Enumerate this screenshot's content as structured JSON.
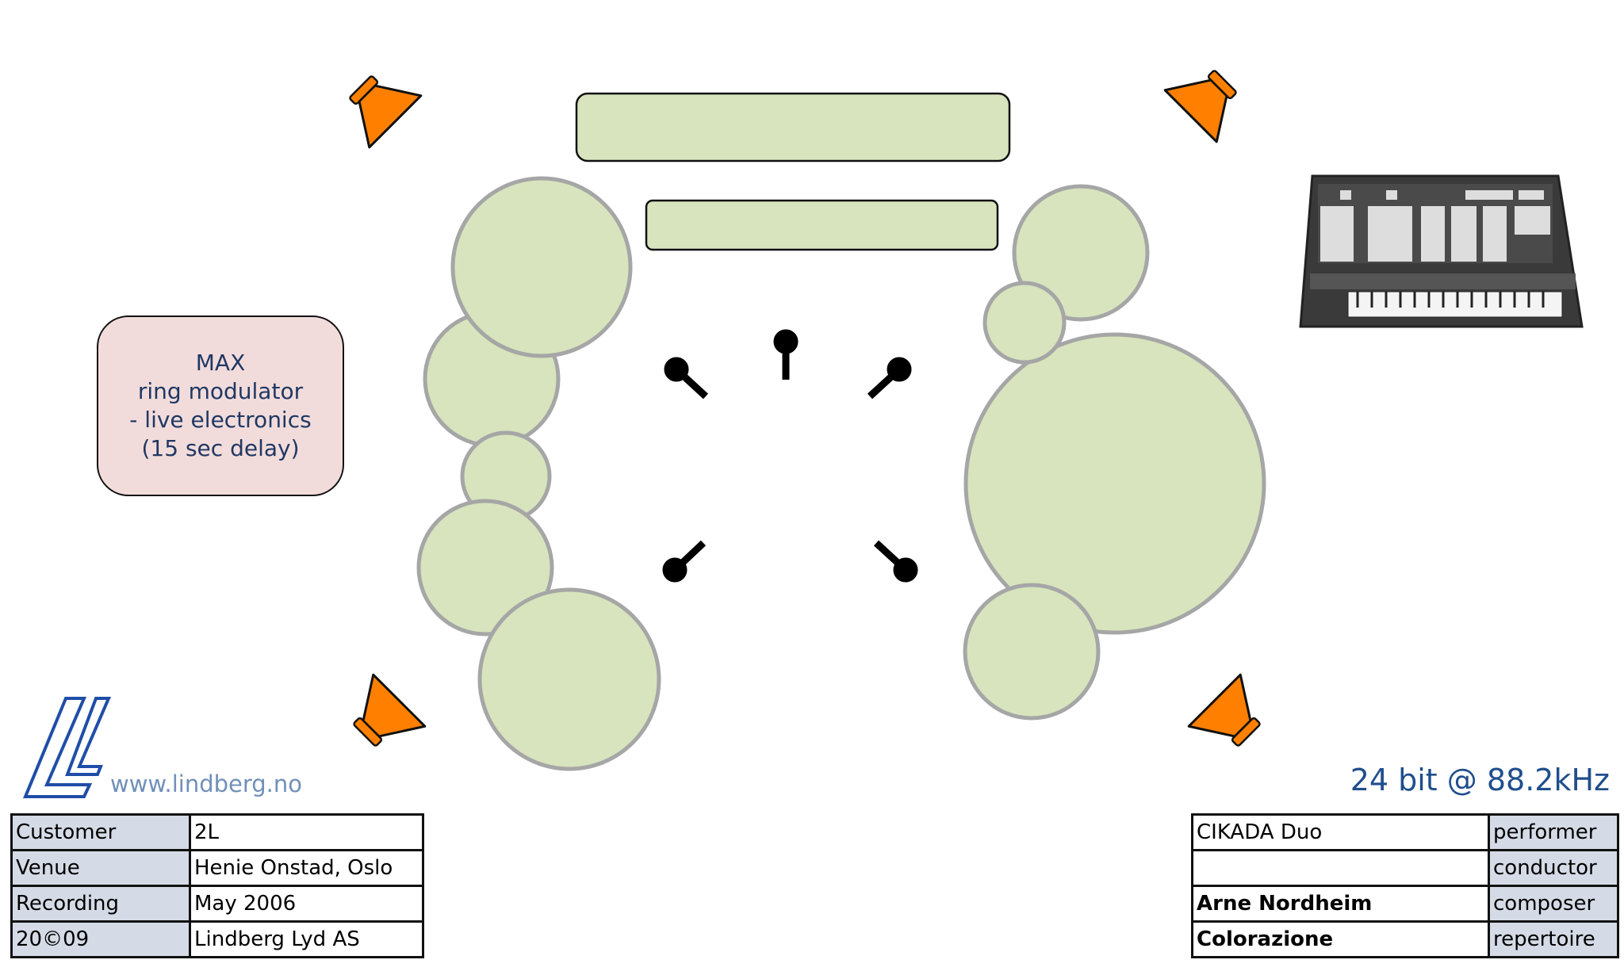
{
  "max_box": {
    "lines": [
      "MAX",
      "ring modulator",
      "- live electronics",
      "(15 sec delay)"
    ]
  },
  "logo": {
    "letters": "LL",
    "url": "www.lindberg.no"
  },
  "format": "24 bit @ 88.2kHz",
  "info_table": [
    {
      "label": "Customer",
      "value": "2L"
    },
    {
      "label": "Venue",
      "value": "Henie Onstad, Oslo"
    },
    {
      "label": "Recording",
      "value": "May 2006"
    },
    {
      "label": "20©09",
      "value": "Lindberg Lyd AS"
    }
  ],
  "credits_table": [
    {
      "value": "CIKADA Duo",
      "role": "performer"
    },
    {
      "value": "",
      "role": "conductor"
    },
    {
      "value": "Arne Nordheim",
      "role": "composer"
    },
    {
      "value": "Colorazione",
      "role": "repertoire"
    }
  ],
  "colors": {
    "area_fill": "#d7e4bd",
    "area_stroke": "#a6a6a6",
    "speaker": "#ff8000",
    "logo": "#1f4ea8",
    "max_box": "#f2dcdb"
  }
}
